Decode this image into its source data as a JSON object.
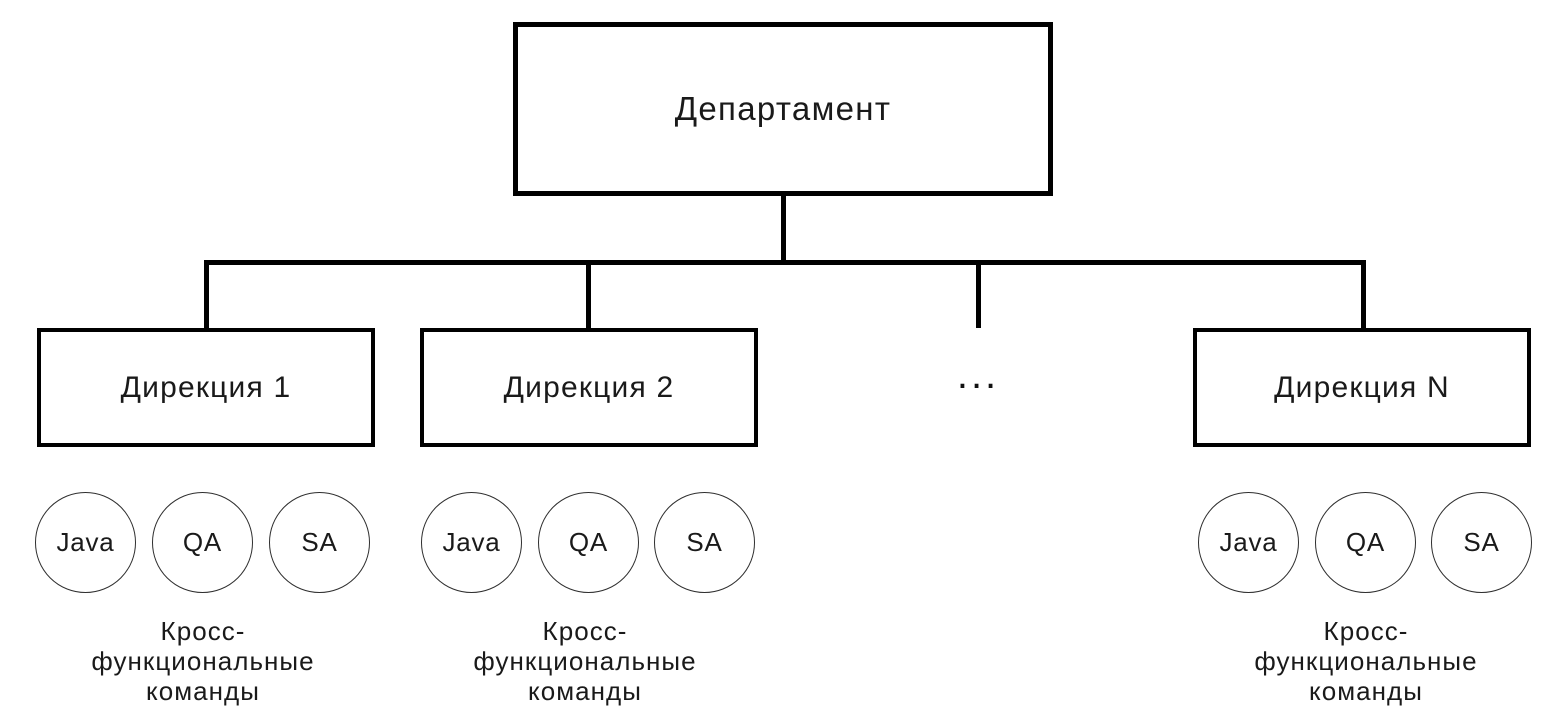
{
  "chart": {
    "root_label": "Департамент",
    "directions": [
      {
        "label": "Дирекция 1"
      },
      {
        "label": "Дирекция 2"
      },
      {
        "label": "Дирекция N"
      }
    ],
    "ellipsis": "...",
    "team_circles": [
      "Java",
      "QA",
      "SA"
    ],
    "caption_lines": [
      "Кросс-",
      "функциональные",
      "команды"
    ],
    "colors": {
      "line": "#000000",
      "box_border": "#000000",
      "circle_stroke": "#2e2e2e",
      "text": "#1a1a1a",
      "background": "#ffffff"
    }
  }
}
